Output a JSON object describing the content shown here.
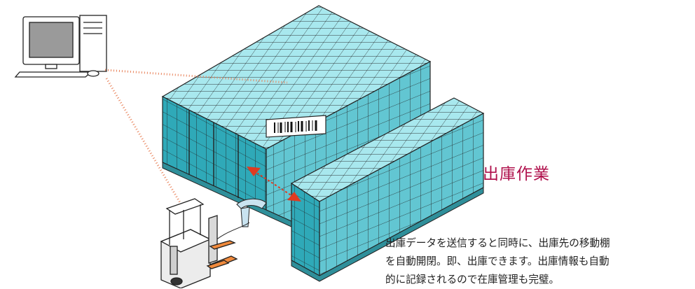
{
  "title": "出庫作業",
  "description": [
    "出庫データを送信すると同時に、出庫先の移動棚",
    "を自動開閉。即、出庫できます。出庫情報も自動",
    "的に記録されるので在庫管理も完璧。"
  ],
  "colors": {
    "rack_top": "#a8e8ee",
    "rack_front": "#64c8d4",
    "rack_side": "#2fa9b8",
    "rack_outline": "#2a2a2a",
    "signal": "#e8825a",
    "arrow": "#e03a20",
    "title": "#b0124d"
  },
  "icons": [
    "desktop-computer-icon",
    "barcode-label-icon",
    "forklift-icon",
    "handheld-scanner-icon"
  ]
}
